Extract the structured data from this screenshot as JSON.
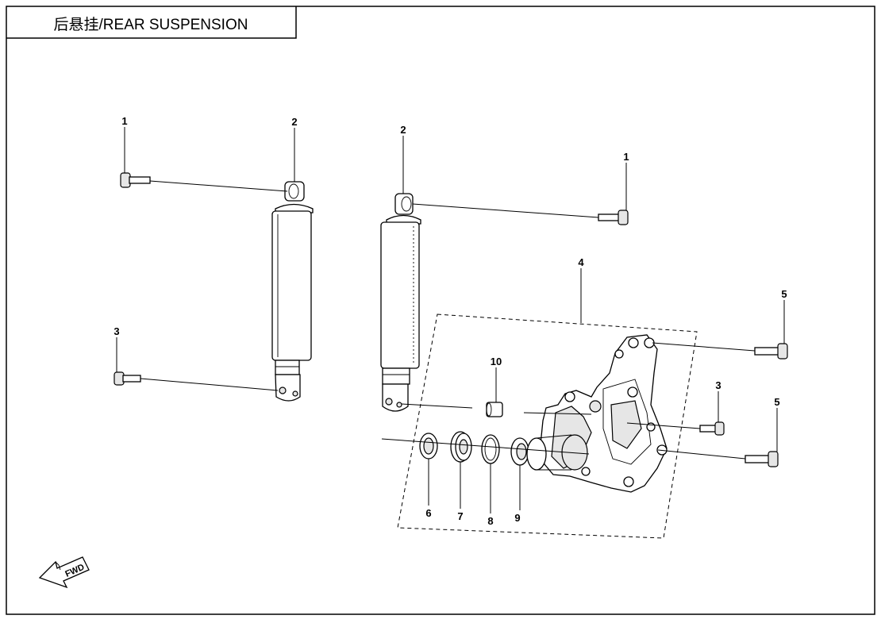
{
  "title": "后悬挂/REAR SUSPENSION",
  "fwd_label": "FWD",
  "callouts": {
    "c1a": "1",
    "c1b": "1",
    "c2a": "2",
    "c2b": "2",
    "c3a": "3",
    "c3b": "3",
    "c4": "4",
    "c5a": "5",
    "c5b": "5",
    "c6": "6",
    "c7": "7",
    "c8": "8",
    "c9": "9",
    "c10": "10"
  }
}
